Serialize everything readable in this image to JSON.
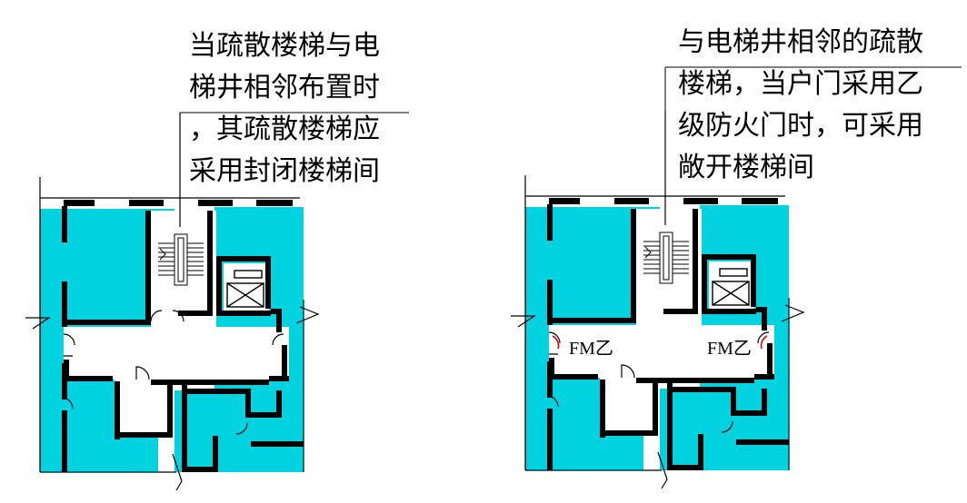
{
  "left_diagram": {
    "caption_lines": [
      "当疏散楼梯与电",
      "梯井相邻布置时",
      "，其疏散楼梯应",
      "采用封闭楼梯间"
    ]
  },
  "right_diagram": {
    "caption_lines": [
      "与电梯井相邻的疏散",
      "楼梯，当户门采用乙",
      "级防火门时，可采用",
      "敞开楼梯间"
    ],
    "door_label_left": "FM乙",
    "door_label_right": "FM乙"
  },
  "colors": {
    "room_fill": "#00d2e0",
    "wall": "#000000",
    "fire_door": "#e00000",
    "background": "#ffffff"
  }
}
